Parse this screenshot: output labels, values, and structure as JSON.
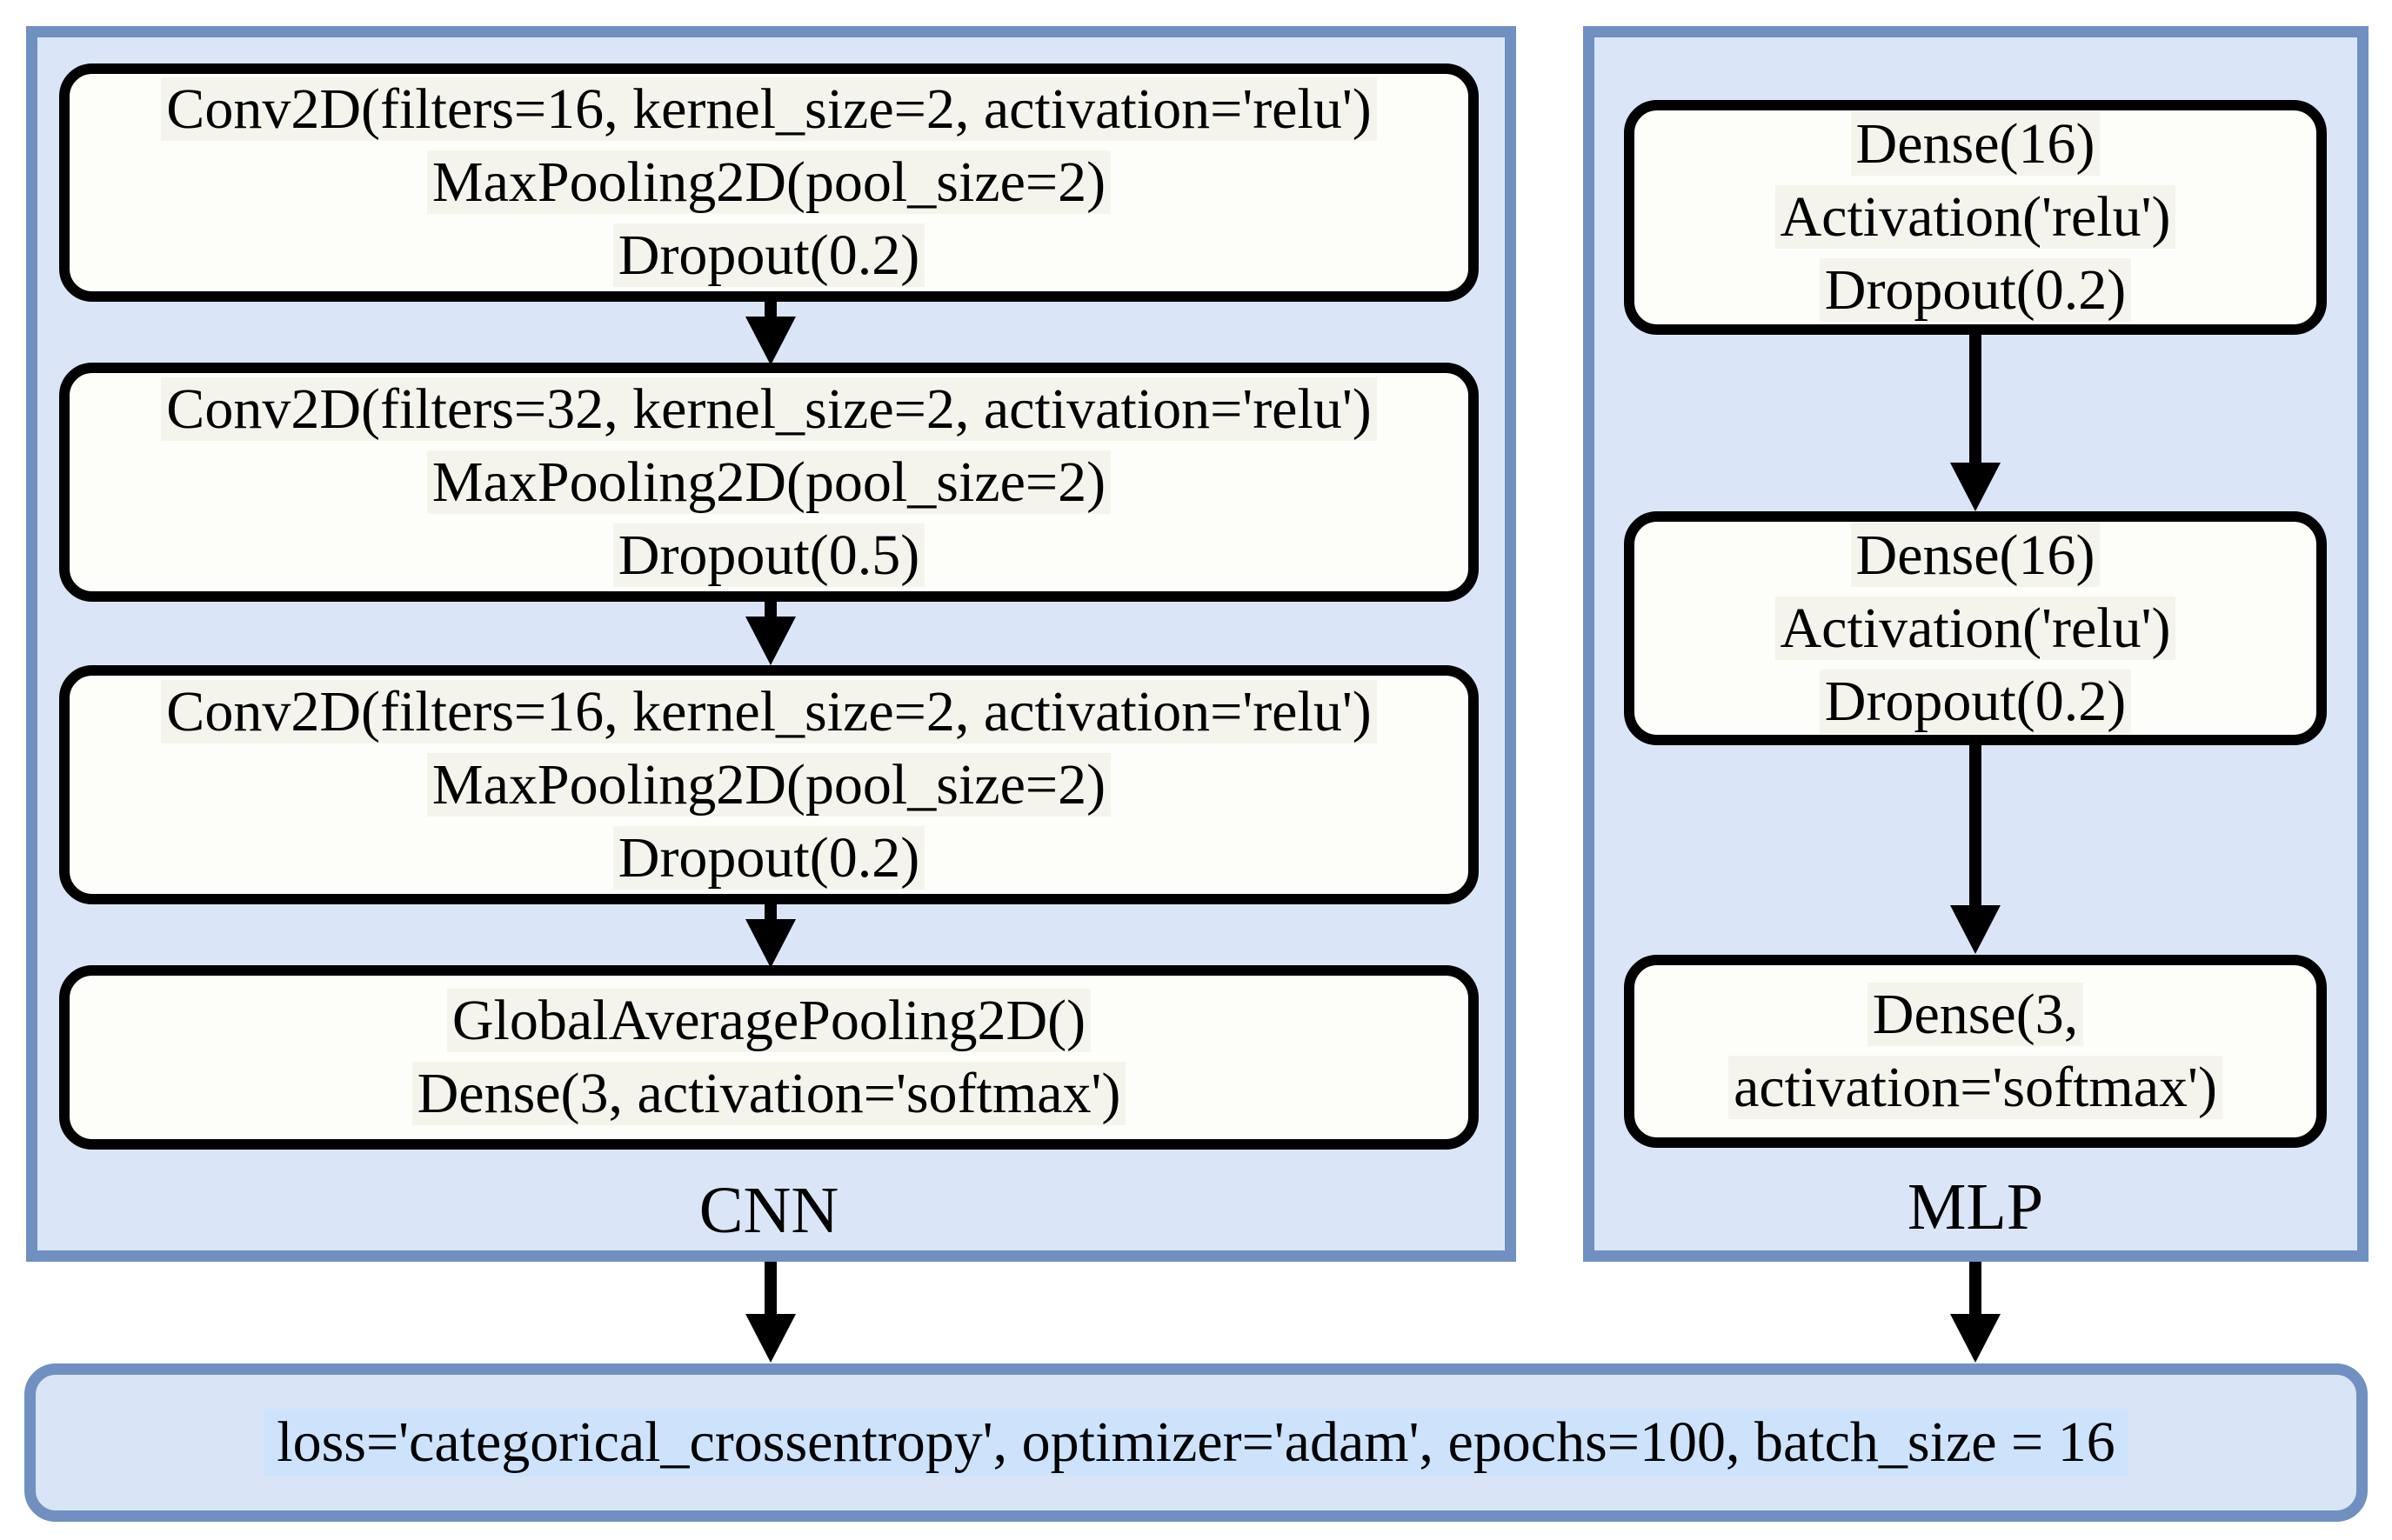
{
  "diagram": {
    "cnn": {
      "label": "CNN",
      "boxes": [
        {
          "lines": [
            "Conv2D(filters=16, kernel_size=2, activation='relu')",
            "MaxPooling2D(pool_size=2)",
            "Dropout(0.2)"
          ]
        },
        {
          "lines": [
            "Conv2D(filters=32, kernel_size=2, activation='relu')",
            "MaxPooling2D(pool_size=2)",
            "Dropout(0.5)"
          ]
        },
        {
          "lines": [
            "Conv2D(filters=16, kernel_size=2, activation='relu')",
            "MaxPooling2D(pool_size=2)",
            "Dropout(0.2)"
          ]
        },
        {
          "lines": [
            "GlobalAveragePooling2D()",
            "Dense(3, activation='softmax')"
          ]
        }
      ]
    },
    "mlp": {
      "label": "MLP",
      "boxes": [
        {
          "lines": [
            "Dense(16)",
            "Activation('relu')",
            "Dropout(0.2)"
          ]
        },
        {
          "lines": [
            "Dense(16)",
            "Activation('relu')",
            "Dropout(0.2)"
          ]
        },
        {
          "lines": [
            "Dense(3,",
            "activation='softmax')"
          ]
        }
      ]
    },
    "config_bar": {
      "text": "loss='categorical_crossentropy', optimizer='adam', epochs=100, batch_size = 16"
    },
    "colors": {
      "panel_border": "#6f90c1",
      "panel_fill": "#dae6f7",
      "box_fill": "#fdfdfa",
      "box_border": "#000000",
      "bar_fill": "#d9e5f6",
      "bar_text_highlight": "#cde3fb",
      "box_text_highlight": "#f4f4ed",
      "arrow_color": "#000000"
    }
  }
}
